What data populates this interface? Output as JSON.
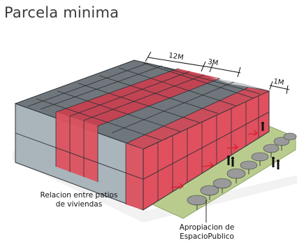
{
  "title": "Parcela minima",
  "dimensions": {
    "d1": "12M",
    "d2": "3M",
    "d3": "1M"
  },
  "annotations": {
    "patios_line1": "Relacion entre patios",
    "patios_line2": "de viviendas",
    "espacio_line1": "Apropiacion de",
    "espacio_line2": "EspacioPublico"
  },
  "colors": {
    "gray_block": "#a9b4bb",
    "gray_roof": "#6f777d",
    "red_block": "#e0505e",
    "red_roof": "#c9404f",
    "green_strip": "#b7c98c"
  }
}
